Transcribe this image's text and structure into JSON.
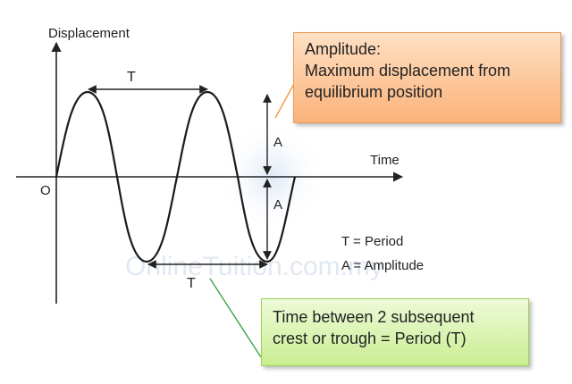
{
  "axes": {
    "y_label": "Displacement",
    "x_label": "Time",
    "origin_label": "O"
  },
  "markers": {
    "period_top": "T",
    "period_bottom": "T",
    "amplitude_upper": "A",
    "amplitude_lower": "A"
  },
  "legend": {
    "period": "T = Period",
    "amplitude": "A = Amplitude"
  },
  "amplitude_callout": {
    "title": "Amplitude:",
    "line1": "Maximum displacement from",
    "line2": "equilibrium position"
  },
  "period_callout": {
    "line1": "Time between 2 subsequent",
    "line2": "crest or trough = Period (T)"
  },
  "watermark": "OnlineTuition.com.my",
  "colors": {
    "wave": "#1a1a1a",
    "amplitude_box": "#fbb27a",
    "period_box": "#c9ee92",
    "amplitude_connector": "#f39a3b",
    "period_connector": "#3aa44a"
  }
}
